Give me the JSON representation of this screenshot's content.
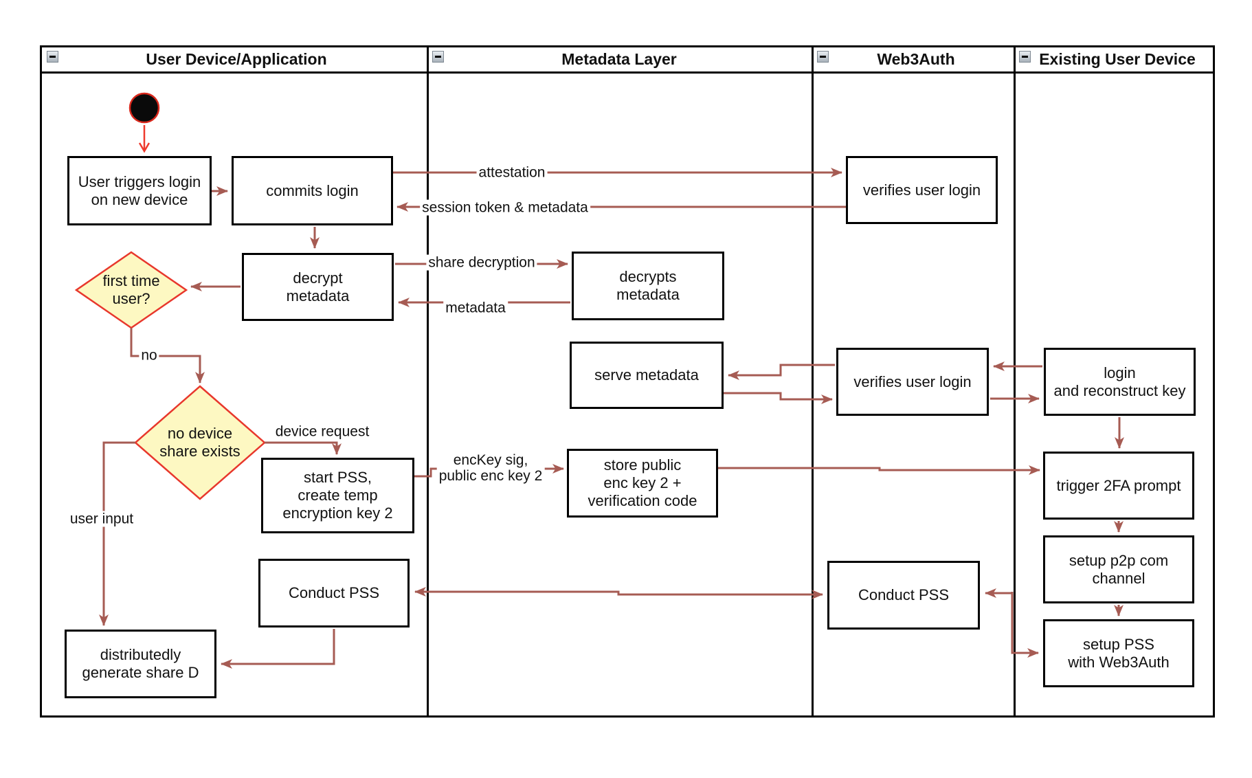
{
  "lanes": [
    {
      "id": "user-device",
      "title": "User Device/Application"
    },
    {
      "id": "metadata-layer",
      "title": "Metadata Layer"
    },
    {
      "id": "web3auth",
      "title": "Web3Auth"
    },
    {
      "id": "existing-user-device",
      "title": "Existing User Device"
    }
  ],
  "icons": {
    "lane_collapse": "minus-icon"
  },
  "nodes": {
    "start": {
      "type": "initial-state"
    },
    "user_triggers": {
      "label": "User triggers login\non new device"
    },
    "commits_login": {
      "label": "commits login"
    },
    "verifies_login_1": {
      "label": "verifies user login"
    },
    "decrypt_metadata": {
      "label": "decrypt\nmetadata"
    },
    "first_time_user": {
      "label": "first time\nuser?"
    },
    "decrypts_metadata": {
      "label": "decrypts\nmetadata"
    },
    "serve_metadata": {
      "label": "serve metadata"
    },
    "verifies_login_2": {
      "label": "verifies user login"
    },
    "login_reconstruct": {
      "label": "login\nand reconstruct key"
    },
    "no_device_share": {
      "label": "no device\nshare exists"
    },
    "start_pss": {
      "label": "start PSS,\ncreate temp\nencryption key 2"
    },
    "store_public": {
      "label": "store public\nenc key 2 +\nverification code"
    },
    "trigger_2fa": {
      "label": "trigger 2FA prompt"
    },
    "setup_p2p": {
      "label": "setup p2p com\nchannel"
    },
    "setup_pss": {
      "label": "setup PSS\nwith Web3Auth"
    },
    "conduct_pss_1": {
      "label": "Conduct PSS"
    },
    "conduct_pss_2": {
      "label": "Conduct PSS"
    },
    "distributedly": {
      "label": "distributedly\ngenerate share D"
    }
  },
  "edge_labels": {
    "attestation": "attestation",
    "session": "session token & metadata",
    "share_decryption": "share decryption",
    "metadata": "metadata",
    "no": "no",
    "device_request": "device request",
    "enckey": "encKey sig,\npublic enc key 2",
    "user_input": "user input"
  },
  "colors": {
    "arrow": "#a65b53",
    "start_arrow": "#ee3a2d",
    "decision_fill": "#fdf8c2",
    "decision_border": "#e8372c",
    "node_border": "#000000",
    "start_node_fill": "#0a0a0a",
    "start_node_ring": "#d8281c",
    "background": "#ffffff"
  }
}
